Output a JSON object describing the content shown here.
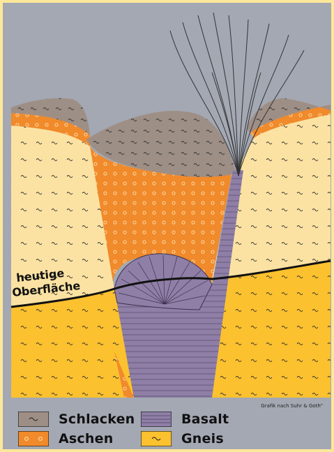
{
  "surface_label_line1": "heutige",
  "surface_label_line2": "Oberfläche",
  "credit": "Grafik nach Suhr & Goth\"",
  "colors": {
    "background": "#a3a8b3",
    "frame": "#fde79a",
    "schlacken": "#9e8f86",
    "aschen": "#f08a2b",
    "basalt": "#8f7fa6",
    "gneis_light": "#fce2a2",
    "gneis_dark": "#fbc12e"
  },
  "legend": [
    {
      "label": "Schlacken",
      "pattern": "schlacken"
    },
    {
      "label": "Basalt",
      "pattern": "basalt"
    },
    {
      "label": "Aschen",
      "pattern": "aschen"
    },
    {
      "label": "Gneis",
      "pattern": "gneis"
    }
  ]
}
